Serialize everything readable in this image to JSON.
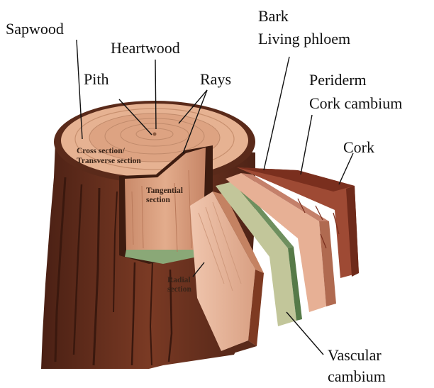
{
  "labels": {
    "sapwood": "Sapwood",
    "heartwood": "Heartwood",
    "pith": "Pith",
    "rays": "Rays",
    "bark": "Bark",
    "living_phloem": "Living phloem",
    "periderm": "Periderm",
    "cork_cambium": "Cork cambium",
    "cork": "Cork",
    "cross_section_1": "Cross section/",
    "cross_section_2": "Transverse section",
    "tangential_1": "Tangential",
    "tangential_2": "section",
    "radial_1": "Radial",
    "radial_2": "section",
    "vascular_1": "Vascular",
    "vascular_2": "cambium"
  },
  "colors": {
    "bark_dark": "#5a2a1a",
    "bark_mid": "#7a3a24",
    "sapwood": "#e8b898",
    "heartwood": "#d9a07e",
    "phloem": "#e4a888",
    "cork": "#9a4a34",
    "cambium_green": "#8aa877"
  }
}
